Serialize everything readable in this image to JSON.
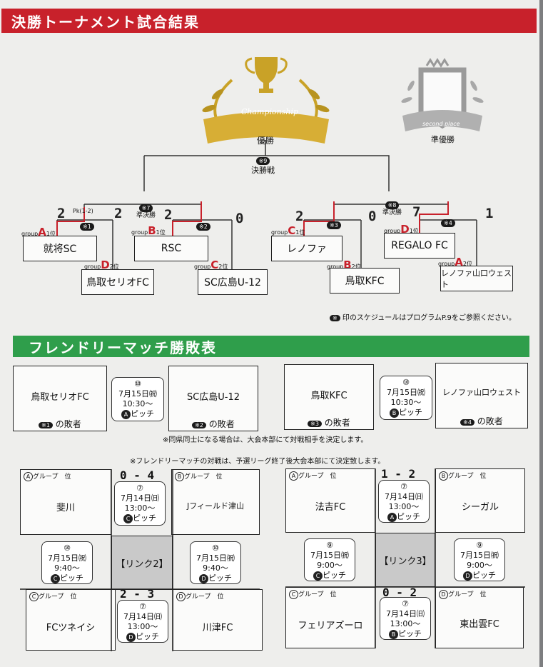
{
  "header": {
    "title": "決勝トーナメント試合結果"
  },
  "trophy": {
    "championship": "Championship",
    "winner": "優勝",
    "second_place": "second place",
    "runner_up": "準優勝"
  },
  "final": {
    "mark": "※9",
    "label": "決勝戦"
  },
  "semis": [
    {
      "mark": "※7",
      "label": "準決勝",
      "score": "2"
    },
    {
      "mark": "※8",
      "label": "準決勝",
      "score": "7"
    }
  ],
  "pk": "Pk(1-2)",
  "quarters": [
    {
      "mark": "※1",
      "left_score": "2",
      "right_score": "2"
    },
    {
      "mark": "※2",
      "right_score": "0"
    },
    {
      "mark": "※3",
      "left_score": "2",
      "right_score": "0"
    },
    {
      "mark": "※4",
      "right_score": "1"
    }
  ],
  "teams": {
    "t1": {
      "group": "group",
      "letter": "A",
      "pos": "1位",
      "name": "就将SC"
    },
    "t2": {
      "group": "group",
      "letter": "D",
      "pos": "2位",
      "name": "鳥取セリオFC"
    },
    "t3": {
      "group": "group",
      "letter": "B",
      "pos": "1位",
      "name": "RSC"
    },
    "t4": {
      "group": "group",
      "letter": "C",
      "pos": "2位",
      "name": "SC広島U-12"
    },
    "t5": {
      "group": "group",
      "letter": "C",
      "pos": "1位",
      "name": "レノファ"
    },
    "t6": {
      "group": "group",
      "letter": "B",
      "pos": "2位",
      "name": "鳥取KFC"
    },
    "t7": {
      "group": "group",
      "letter": "D",
      "pos": "1位",
      "name": "REGALO FC"
    },
    "t8": {
      "group": "group",
      "letter": "A",
      "pos": "2位",
      "name": "レノファ山口ウェスト"
    }
  },
  "schedule_note": {
    "mark": "※",
    "text": "印のスケジュールはプログラムP.9をご参照ください。"
  },
  "friendly": {
    "title": "フレンドリーマッチ勝敗表",
    "matches": [
      {
        "team": "鳥取セリオFC",
        "loser_mark": "※1",
        "loser_text": "の敗者",
        "opp": "SC広島U-12",
        "opp_mark": "※2",
        "opp_text": "の敗者",
        "no": "⑩",
        "date": "7月15日㈷",
        "time": "10:30〜",
        "pitch_letter": "A",
        "pitch": "ピッチ"
      },
      {
        "team": "鳥取KFC",
        "loser_mark": "※3",
        "loser_text": "の敗者",
        "opp": "レノファ山口ウェスト",
        "opp_mark": "※4",
        "opp_text": "の敗者",
        "no": "⑩",
        "date": "7月15日㈷",
        "time": "10:30〜",
        "pitch_letter": "B",
        "pitch": "ピッチ"
      }
    ],
    "note1": "※同県同士になる場合は、大会本部にて対戦相手を決定します。",
    "note2": "※フレンドリーマッチの対戦は、予選リーグ終了後大会本部にて決定致します。"
  },
  "links": [
    {
      "label": "【リンク2】",
      "tl": {
        "letter": "A",
        "tag": "グループ　位",
        "name": "斐川"
      },
      "tr": {
        "letter": "B",
        "tag": "グループ　位",
        "name": "Jフィールド津山"
      },
      "bl": {
        "letter": "C",
        "tag": "グループ　位",
        "name": "FCツネイシ"
      },
      "br": {
        "letter": "D",
        "tag": "グループ　位",
        "name": "川津FC"
      },
      "top": {
        "no": "⑦",
        "date": "7月14日㈰",
        "time": "13:00〜",
        "pitch_letter": "C",
        "pitch": "ピッチ",
        "score": "0 - 4"
      },
      "left": {
        "no": "⑩",
        "date": "7月15日㈷",
        "time": "9:40〜",
        "pitch_letter": "C",
        "pitch": "ピッチ"
      },
      "right": {
        "no": "⑩",
        "date": "7月15日㈷",
        "time": "9:40〜",
        "pitch_letter": "D",
        "pitch": "ピッチ"
      },
      "bottom": {
        "no": "⑦",
        "date": "7月14日㈰",
        "time": "13:00〜",
        "pitch_letter": "D",
        "pitch": "ピッチ",
        "score": "2 - 3"
      }
    },
    {
      "label": "【リンク3】",
      "tl": {
        "letter": "A",
        "tag": "グループ　位",
        "name": "法吉FC"
      },
      "tr": {
        "letter": "B",
        "tag": "グループ　位",
        "name": "シーガル"
      },
      "bl": {
        "letter": "C",
        "tag": "グループ　位",
        "name": "フェリアズーロ"
      },
      "br": {
        "letter": "D",
        "tag": "グループ　位",
        "name": "東出雲FC"
      },
      "top": {
        "no": "⑦",
        "date": "7月14日㈰",
        "time": "13:00〜",
        "pitch_letter": "A",
        "pitch": "ピッチ",
        "score": "1 - 2"
      },
      "left": {
        "no": "⑨",
        "date": "7月15日㈷",
        "time": "9:00〜",
        "pitch_letter": "C",
        "pitch": "ピッチ"
      },
      "right": {
        "no": "⑨",
        "date": "7月15日㈷",
        "time": "9:00〜",
        "pitch_letter": "D",
        "pitch": "ピッチ"
      },
      "bottom": {
        "no": "⑦",
        "date": "7月14日㈰",
        "time": "13:00〜",
        "pitch_letter": "B",
        "pitch": "ピッチ",
        "score": "0 - 2"
      }
    }
  ],
  "colors": {
    "red": "#c8212b",
    "green": "#2f9e4b",
    "gold": "#c9a227",
    "silver": "#9a9a9a"
  }
}
